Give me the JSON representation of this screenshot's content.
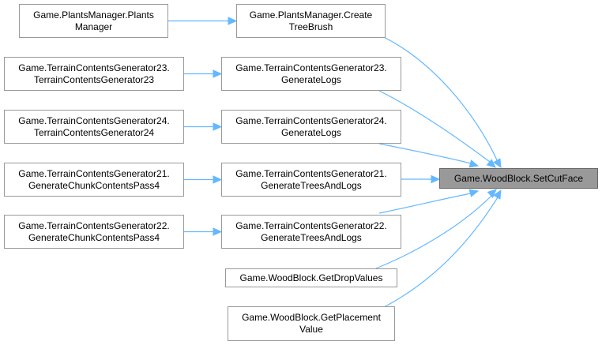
{
  "diagram": {
    "type": "caller-graph",
    "edge_color": "#63b8ff",
    "focus_node": "setcutface",
    "nodes": [
      {
        "id": "plantsmanager-ctor",
        "lines": [
          "Game.PlantsManager.Plants",
          "Manager"
        ]
      },
      {
        "id": "createtreebrush",
        "lines": [
          "Game.PlantsManager.Create",
          "TreeBrush"
        ]
      },
      {
        "id": "tcg23-ctor",
        "lines": [
          "Game.TerrainContentsGenerator23.",
          "TerrainContentsGenerator23"
        ]
      },
      {
        "id": "tcg23-generatelogs",
        "lines": [
          "Game.TerrainContentsGenerator23.",
          "GenerateLogs"
        ]
      },
      {
        "id": "tcg24-ctor",
        "lines": [
          "Game.TerrainContentsGenerator24.",
          "TerrainContentsGenerator24"
        ]
      },
      {
        "id": "tcg24-generatelogs",
        "lines": [
          "Game.TerrainContentsGenerator24.",
          "GenerateLogs"
        ]
      },
      {
        "id": "tcg21-pass4",
        "lines": [
          "Game.TerrainContentsGenerator21.",
          "GenerateChunkContentsPass4"
        ]
      },
      {
        "id": "tcg21-treesandlogs",
        "lines": [
          "Game.TerrainContentsGenerator21.",
          "GenerateTreesAndLogs"
        ]
      },
      {
        "id": "tcg22-pass4",
        "lines": [
          "Game.TerrainContentsGenerator22.",
          "GenerateChunkContentsPass4"
        ]
      },
      {
        "id": "tcg22-treesandlogs",
        "lines": [
          "Game.TerrainContentsGenerator22.",
          "GenerateTreesAndLogs"
        ]
      },
      {
        "id": "getdropvalues",
        "lines": [
          "Game.WoodBlock.GetDropValues"
        ]
      },
      {
        "id": "getplacementvalue",
        "lines": [
          "Game.WoodBlock.GetPlacement",
          "Value"
        ]
      },
      {
        "id": "setcutface",
        "lines": [
          "Game.WoodBlock.SetCutFace"
        ]
      }
    ],
    "edges": [
      {
        "from": "plantsmanager-ctor",
        "to": "createtreebrush"
      },
      {
        "from": "tcg23-ctor",
        "to": "tcg23-generatelogs"
      },
      {
        "from": "tcg24-ctor",
        "to": "tcg24-generatelogs"
      },
      {
        "from": "tcg21-pass4",
        "to": "tcg21-treesandlogs"
      },
      {
        "from": "tcg22-pass4",
        "to": "tcg22-treesandlogs"
      },
      {
        "from": "createtreebrush",
        "to": "setcutface"
      },
      {
        "from": "tcg23-generatelogs",
        "to": "setcutface"
      },
      {
        "from": "tcg24-generatelogs",
        "to": "setcutface"
      },
      {
        "from": "tcg21-treesandlogs",
        "to": "setcutface"
      },
      {
        "from": "tcg22-treesandlogs",
        "to": "setcutface"
      },
      {
        "from": "getdropvalues",
        "to": "setcutface"
      },
      {
        "from": "getplacementvalue",
        "to": "setcutface"
      }
    ]
  }
}
